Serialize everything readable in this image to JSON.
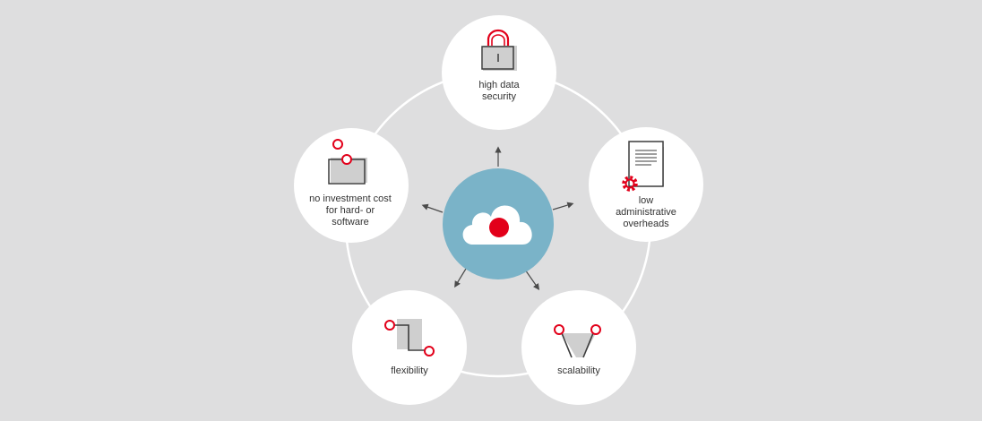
{
  "colors": {
    "background": "#dededf",
    "node_fill": "#ffffff",
    "ring": "#ffffff",
    "hub_fill": "#7ab3c8",
    "accent_red": "#e2001a",
    "icon_gray": "#cfcfcf",
    "icon_dark": "#3c3c3c",
    "arrow": "#4a4a4a",
    "text": "#333333"
  },
  "hub": {
    "icon": "cloud-icon"
  },
  "nodes": [
    {
      "id": "security",
      "icon": "padlock-icon",
      "lines": [
        "high data",
        "security"
      ]
    },
    {
      "id": "administration",
      "icon": "document-gear-icon",
      "lines": [
        "low",
        "administrative",
        "overheads"
      ]
    },
    {
      "id": "scalability",
      "icon": "scalability-icon",
      "lines": [
        "scalability"
      ]
    },
    {
      "id": "flexibility",
      "icon": "flexibility-icon",
      "lines": [
        "flexibility"
      ]
    },
    {
      "id": "investment",
      "icon": "investment-icon",
      "lines": [
        "no investment cost",
        "for hard- or",
        "software"
      ]
    }
  ]
}
